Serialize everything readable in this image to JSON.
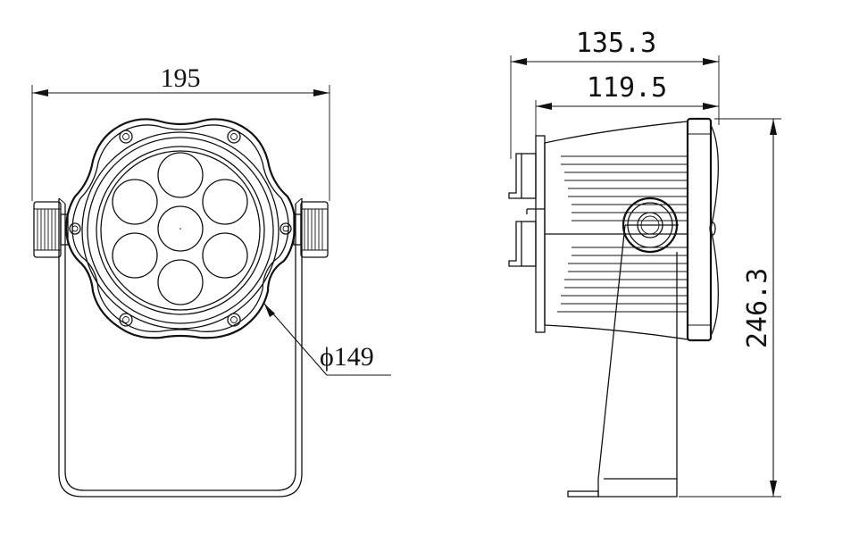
{
  "dimensions": {
    "front_width": "195",
    "lens_diameter": "ϕ149",
    "side_depth_total": "135.3",
    "side_depth_body": "119.5",
    "height": "246.3"
  },
  "colors": {
    "line": "#111111",
    "background": "#ffffff"
  }
}
